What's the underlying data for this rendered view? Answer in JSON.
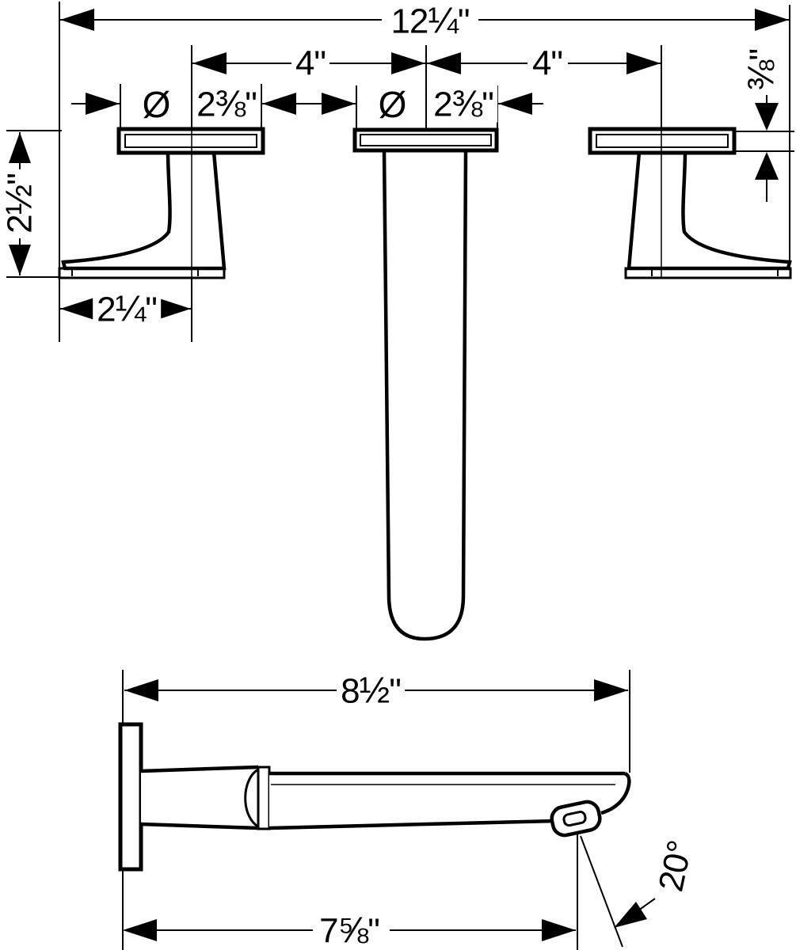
{
  "colors": {
    "ink": "#000000",
    "paper": "#ffffff"
  },
  "labels": {
    "total_width": {
      "whole": "12",
      "frac": "¼",
      "unit": "\""
    },
    "spacing_left": {
      "whole": "4",
      "frac": "",
      "unit": "\""
    },
    "spacing_right": {
      "whole": "4",
      "frac": "",
      "unit": "\""
    },
    "dia_left_symbol": "Ø",
    "dia_left": {
      "whole": "2",
      "frac": "⅜",
      "unit": "\""
    },
    "dia_center_symbol": "Ø",
    "dia_center": {
      "whole": "2",
      "frac": "⅜",
      "unit": "\""
    },
    "plate_thickness": {
      "whole": "",
      "frac": "⅜",
      "unit": "\""
    },
    "handle_height": {
      "whole": "2",
      "frac": "½",
      "unit": "\""
    },
    "handle_base_width": {
      "whole": "2",
      "frac": "¼",
      "unit": "\""
    },
    "spout_top_length": {
      "whole": "8",
      "frac": "½",
      "unit": "\""
    },
    "spout_bottom_length": {
      "whole": "7",
      "frac": "⅝",
      "unit": "\""
    },
    "spray_angle": {
      "whole": "20",
      "frac": "",
      "unit": "°"
    }
  }
}
